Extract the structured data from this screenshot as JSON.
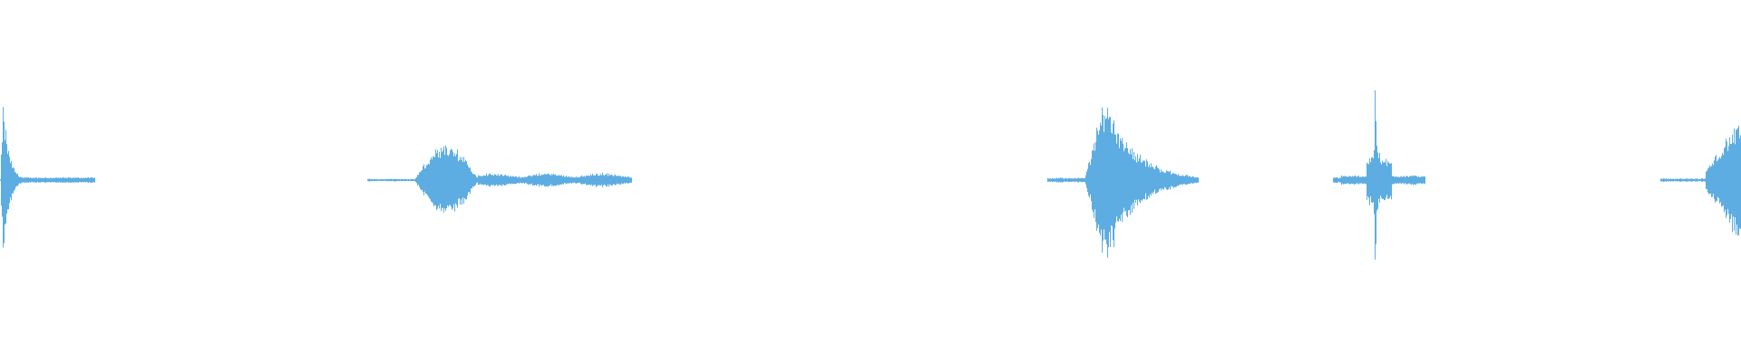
{
  "waveform": {
    "color": "#5DADE2",
    "background": "#FFFFFF",
    "clips": [
      {
        "name": "clip-1",
        "start": 0.0,
        "end": 0.054,
        "profile": "decay-spike",
        "peak": 0.85
      },
      {
        "name": "clip-2",
        "start": 0.211,
        "end": 0.362,
        "profile": "hump-tail",
        "peak": 0.35
      },
      {
        "name": "clip-3",
        "start": 0.602,
        "end": 0.688,
        "profile": "burst-decay",
        "peak": 0.93
      },
      {
        "name": "clip-4",
        "start": 0.766,
        "end": 0.818,
        "profile": "impulse",
        "peak": 1.0
      },
      {
        "name": "clip-5",
        "start": 0.954,
        "end": 1.0,
        "profile": "swell",
        "peak": 0.66
      }
    ]
  }
}
